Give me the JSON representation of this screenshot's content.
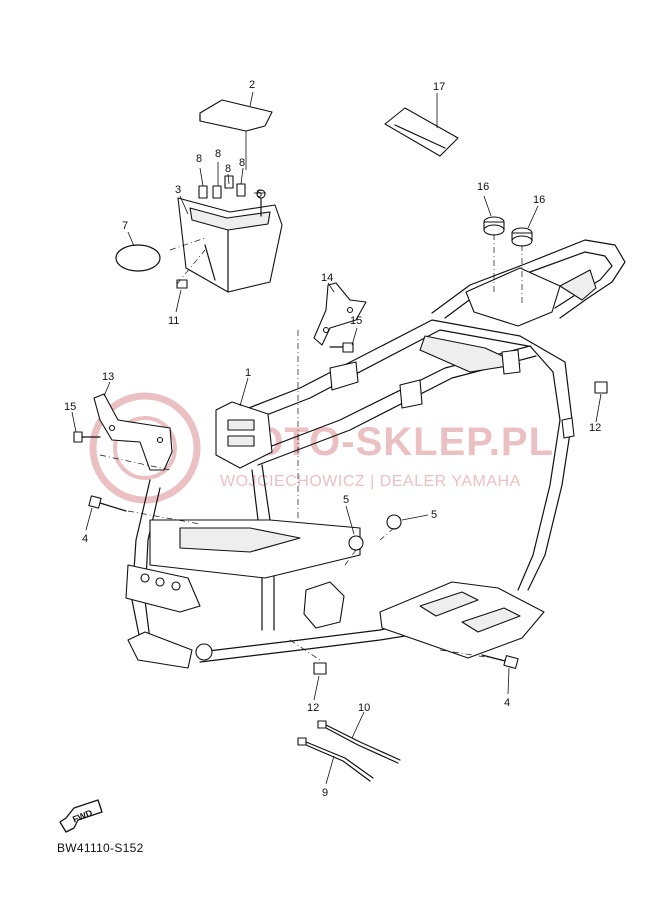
{
  "diagram": {
    "code": "BW41110-S152",
    "fwd_label": "FWD",
    "watermark": {
      "main": "MOTO-SKLEP.PL",
      "sub": "WOJCIECHOWICZ | DEALER YAMAHA"
    },
    "callouts": {
      "c1": "1",
      "c2": "2",
      "c3": "3",
      "c4a": "4",
      "c4b": "4",
      "c5a": "5",
      "c5b": "5",
      "c6": "6",
      "c7": "7",
      "c8a": "8",
      "c8b": "8",
      "c8c": "8",
      "c8d": "8",
      "c9": "9",
      "c10": "10",
      "c11": "11",
      "c12a": "12",
      "c12b": "12",
      "c13": "13",
      "c14": "14",
      "c15a": "15",
      "c15b": "15",
      "c16a": "16",
      "c16b": "16",
      "c17": "17"
    }
  }
}
